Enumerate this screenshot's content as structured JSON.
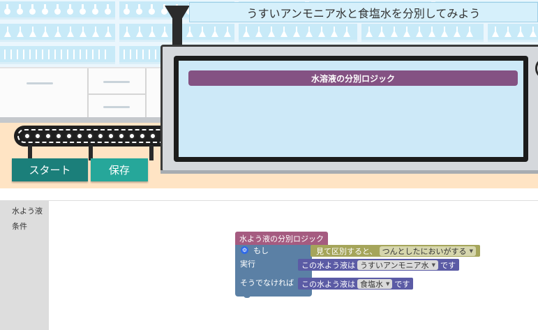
{
  "header": {
    "title": "うすいアンモニア水と食塩水を分別してみよう"
  },
  "machine": {
    "screen_title": "水溶液の分別ロジック"
  },
  "buttons": {
    "start": "スタート",
    "save": "保存"
  },
  "toolbox": {
    "categories": [
      "水よう液",
      "条件"
    ]
  },
  "blocks": {
    "root_label": "水よう液の分別ロジック",
    "if_label": "もし",
    "do_label": "実行",
    "else_label": "そうでなければ",
    "condition_prefix": "見て区別すると、",
    "condition_value": "つんとしたにおいがする",
    "statement_prefix": "この水よう液は",
    "statement_suffix": "です",
    "then_value": "うすいアンモニア水",
    "else_value": "食塩水"
  },
  "colors": {
    "block_root": "#A55B80",
    "block_logic": "#5B80A5",
    "block_condition": "#A5A55B",
    "block_statement": "#5B5BA5",
    "button_start": "#1B7F7A",
    "button_save": "#26A79A",
    "screen_title_bar": "#845283"
  },
  "icons": [
    "gear-icon",
    "dropdown-arrow-icon",
    "flask-icon",
    "drop-icon"
  ]
}
